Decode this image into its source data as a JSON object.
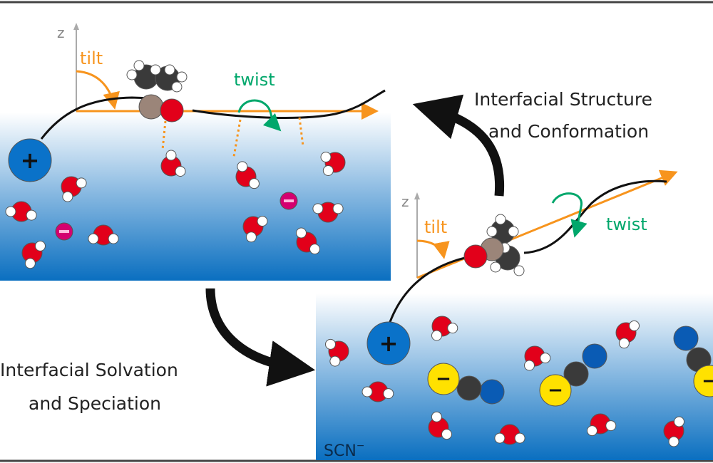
{
  "labels": {
    "axis_z": "z",
    "tilt": "tilt",
    "twist": "twist",
    "structure_line1": "Interfacial Structure",
    "structure_line2": "and Conformation",
    "solvation_line1": "Interfacial Solvation",
    "solvation_line2": "and Speciation",
    "anion_label": "SCN",
    "anion_charge": "−",
    "plus": "+",
    "minus": "−"
  },
  "colors": {
    "orange": "#f7941d",
    "green": "#00a76b",
    "water_o": "#e2001a",
    "cation": "#0a72c9",
    "halide": "#d4006f",
    "sulfur": "#ffe100",
    "nitrogen": "#0a5bb4",
    "carbon": "#3a3a3a",
    "ether_c": "#9b8579"
  }
}
